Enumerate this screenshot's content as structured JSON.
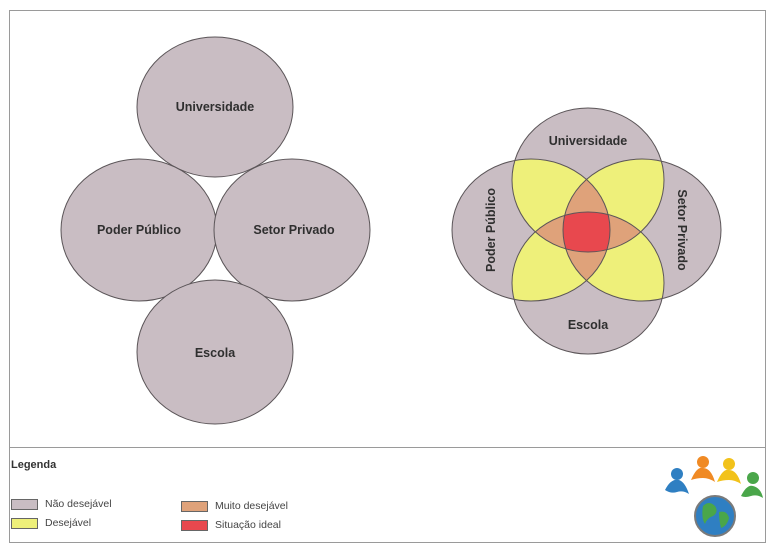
{
  "diagram": {
    "left": {
      "top_circle": "Universidade",
      "left_circle": "Poder Público",
      "right_circle": "Setor Privado",
      "bottom_circle": "Escola"
    },
    "right": {
      "top_circle": "Universidade",
      "left_circle": "Poder Público",
      "right_circle": "Setor Privado",
      "bottom_circle": "Escola"
    }
  },
  "legend": {
    "title": "Legenda",
    "items": [
      {
        "label": "Não desejável",
        "color": "#c9bdc3"
      },
      {
        "label": "Desejável",
        "color": "#eef07a"
      },
      {
        "label": "Muito desejável",
        "color": "#dfa27a"
      },
      {
        "label": "Situação ideal",
        "color": "#e8484e"
      }
    ]
  },
  "colors": {
    "circle_fill": "#c9bdc3",
    "circle_stroke": "#5b5558",
    "text": "#2f2f2f"
  },
  "logo": {
    "icon": "people-globe-logo-icon"
  }
}
